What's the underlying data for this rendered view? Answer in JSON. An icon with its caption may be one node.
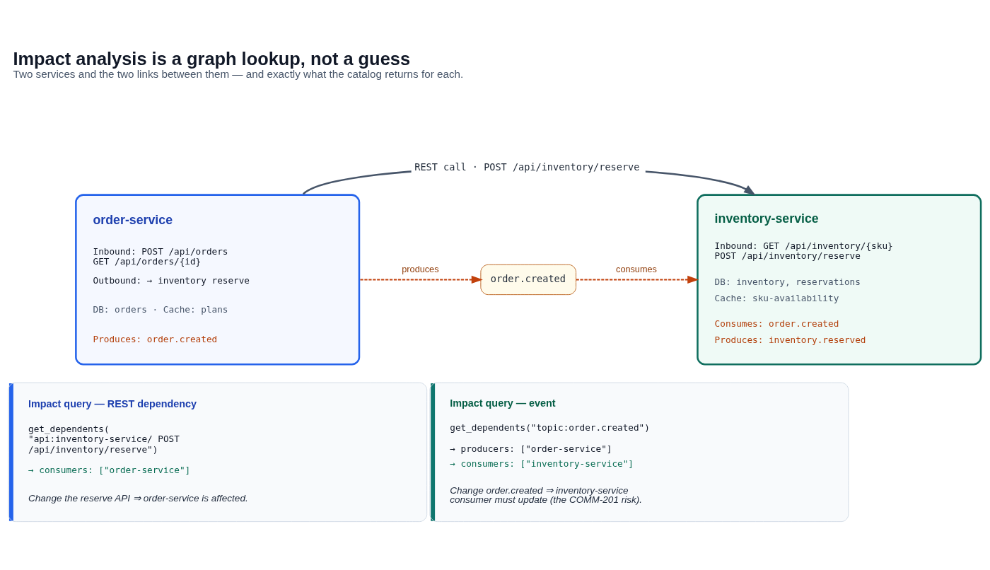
{
  "diagram": {
    "title": "Impact analysis is a graph lookup, not a guess",
    "caption": "Two services and the two links between them — and exactly what the catalog returns for each.",
    "nodes": [
      {
        "text": [
          "order-service",
          "Inbound: POST /api/orders GET /api/orders/{id}",
          "Outbound: → inventory reserve",
          "DB: orders · Cache: plans",
          "Produces: order.created"
        ]
      },
      {
        "text": [
          "inventory-service",
          "Inbound: GET /api/inventory/{sku} POST /api/inventory/reserve",
          "DB: inventory, reservations",
          "Cache: sku-availability",
          "Consumes: order.created",
          "Produces: inventory.reserved"
        ]
      },
      {
        "text": [
          "order.created"
        ]
      },
      {
        "text": [
          "Impact query — REST dependency",
          "get_dependents( \"api:inventory-service/ POST /api/inventory/reserve\")",
          "→ consumers: [\"order-service\"]",
          "Change the reserve API ⇒ order-service is affected."
        ]
      },
      {
        "text": [
          "Impact query — event",
          "get_dependents(\"topic:order.created\")",
          "→ producers: [\"order-service\"]",
          "→ consumers: [\"inventory-service\"]",
          "Change order.created ⇒ inventory-service consumer must update (the COMM-201 risk)."
        ]
      }
    ],
    "edges": [
      {
        "from": 0,
        "to": 1,
        "arrow": "to",
        "label": "REST call · POST /api/inventory/reserve",
        "color": "#475569"
      },
      {
        "from": 0,
        "to": 2,
        "arrow": "to",
        "label": "produces",
        "style": "dashed",
        "color": "#c2410c"
      },
      {
        "from": 2,
        "to": 1,
        "arrow": "to",
        "label": "consumes",
        "style": "dashed",
        "color": "#c2410c"
      }
    ]
  }
}
